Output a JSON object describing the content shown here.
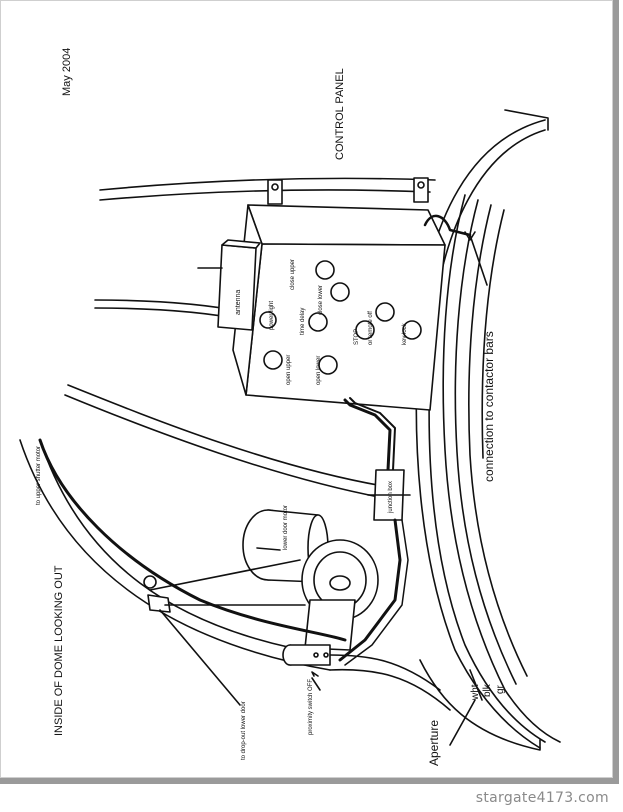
{
  "diagram": {
    "date": "May 2004",
    "title_inside": "INSIDE OF DOME LOOKING OUT",
    "control_panel": "CONTROL PANEL",
    "antenna": "antenna",
    "buttons": {
      "power_light": "power light",
      "close_upper": "close upper",
      "close_lower": "close lower",
      "open_upper": "open upper",
      "time_delay": "time delay",
      "stop": "STOP",
      "remote_off": "or remote off",
      "open_lower": "open lower",
      "key_lock": "key lock"
    },
    "connection_bars": "connection to contactor bars",
    "junction_box": "junction box",
    "lower_door_motor": "lower door motor",
    "upper_motor": "to upper shutter motor",
    "drop_out": "to drop-out lower door",
    "proximity": "proximity switch OFF",
    "aperture": "Aperture",
    "wires": [
      "wht",
      "blk",
      "gr"
    ]
  },
  "credit": "stargate4173.com",
  "colors": {
    "line": "#111111",
    "watermark": "#8a8a8a"
  }
}
